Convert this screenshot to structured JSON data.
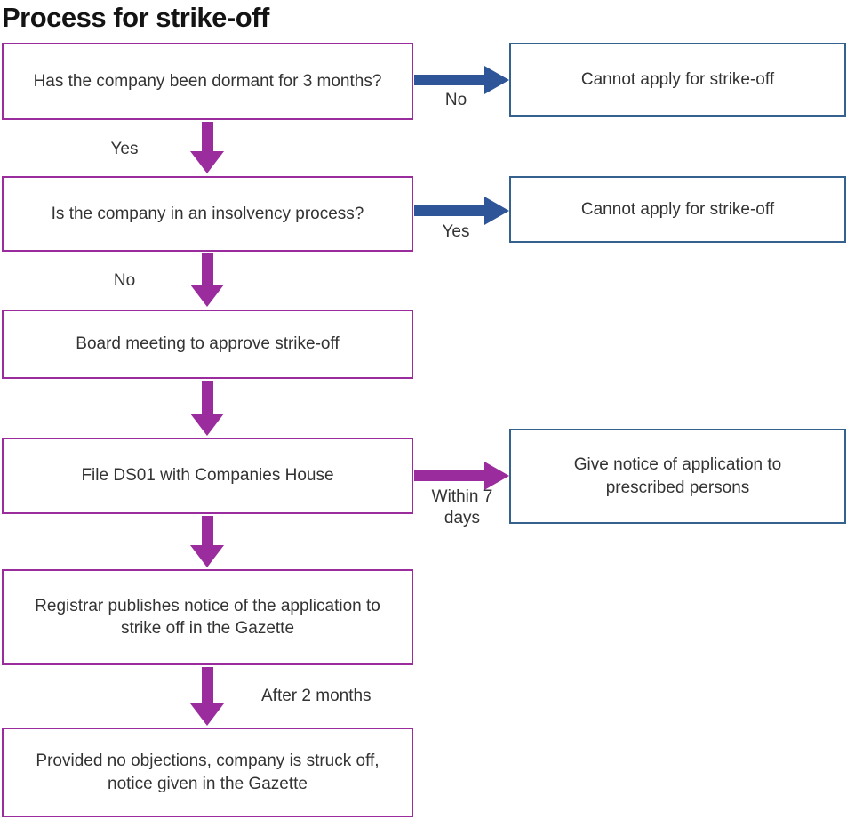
{
  "title": "Process for strike-off",
  "colors": {
    "purple": "#9b2c9e",
    "blue_arrow": "#2e5597",
    "blue_border": "#35618f",
    "text": "#333333",
    "title_text": "#131313"
  },
  "nodes": {
    "q_dormant": "Has the company been dormant for 3 months?",
    "cannot_apply_1": "Cannot apply for strike-off",
    "q_insolvency": "Is the company in an insolvency process?",
    "cannot_apply_2": "Cannot apply for strike-off",
    "board_meeting": "Board meeting to approve strike-off",
    "file_ds01": "File DS01 with Companies House",
    "give_notice": "Give notice of application to prescribed persons",
    "registrar_publishes": "Registrar publishes notice of the application to strike off in the Gazette",
    "struck_off": "Provided no objections, company is struck off, notice given in the Gazette"
  },
  "edge_labels": {
    "dormant_yes": "Yes",
    "dormant_no": "No",
    "insolvency_no": "No",
    "insolvency_yes": "Yes",
    "within_7_days": "Within 7 days",
    "after_2_months": "After 2 months"
  }
}
